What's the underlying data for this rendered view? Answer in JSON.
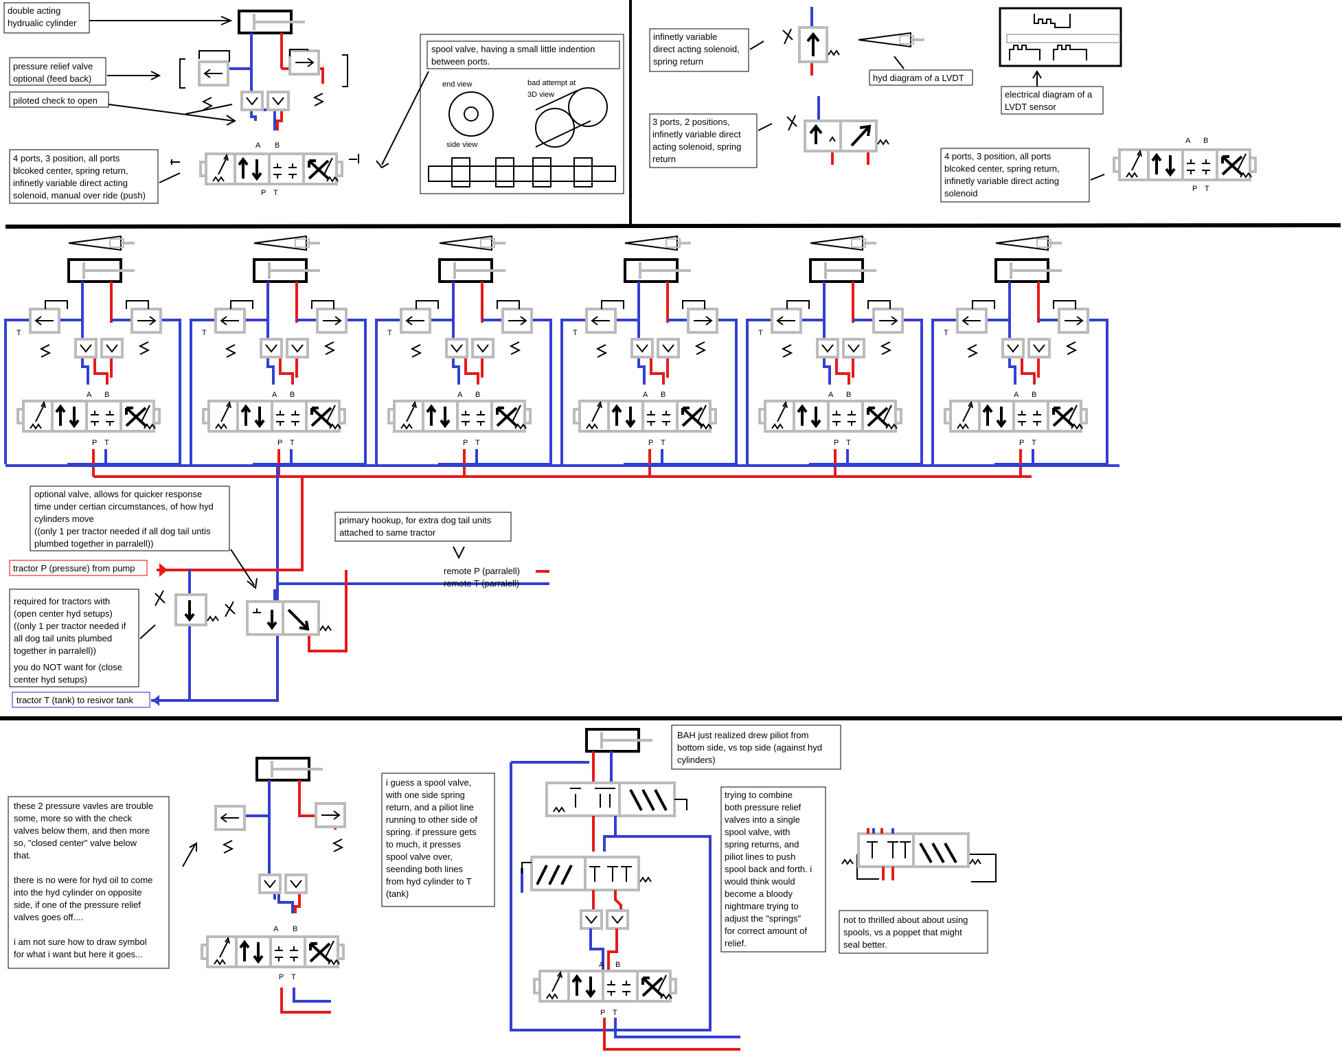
{
  "labels": {
    "cyl_title": "double acting",
    "cyl_title2": "hydrualic cylinder",
    "relief1": "pressure relief valve",
    "relief2": "optional (feed back)",
    "pilot_check": "piloted check to open",
    "v4a_1": "4 ports, 3 position, all ports",
    "v4a_2": "blcoked center, spring return,",
    "v4a_3": "infinetly variable direct acting",
    "v4a_4": "solenoid, manual over ride (push)",
    "spool1": "spool valve, having a small little indention",
    "spool2": "between ports.",
    "end_view": "end view",
    "bad_3d_1": "bad attempt at",
    "bad_3d_2": "3D view",
    "side_view": "side view",
    "ivs1": "infinetly variable",
    "ivs2": "direct acting solenoid,",
    "ivs3": "spring return",
    "lvdt_hyd": "hyd diagram of a LVDT",
    "lvdt_el1": "electrical diagram of a",
    "lvdt_el2": "LVDT sensor",
    "v3p_1": "3 ports, 2 positions,",
    "v3p_2": "infinetly variable direct",
    "v3p_3": "acting solenoid, spring",
    "v3p_4": "return",
    "v4b_1": "4 ports, 3 position, all ports",
    "v4b_2": "blcoked center, spring return,",
    "v4b_3": "infinetly variable direct acting",
    "v4b_4": "solenoid",
    "opt1": "optional valve, allows for quicker response",
    "opt2": "time under certian circumstances, of how hyd",
    "opt3": "cylinders move",
    "opt4": "((only 1 per tractor needed if all dog tail untis",
    "opt5": "plumbed together in parralell))",
    "primary1": "primary hookup, for extra dog tail units",
    "primary2": "attached to same tractor",
    "tractor_p": "tractor  P (pressure) from pump",
    "remote_p": "remote P (parralell)",
    "remote_t": "remote T (parralell)",
    "req1": "required for tractors with",
    "req2": "(open center hyd setups)",
    "req3": "((only 1 per tractor needed if",
    "req4": "all dog tail units plumbed",
    "req5": "together in parralell))",
    "req6": "you do NOT want for (close",
    "req7": "center hyd setups)",
    "tractor_t": "tractor T (tank) to resivor tank",
    "trouble1": "these 2 pressure vavles are trouble",
    "trouble2": "some, more so with the check",
    "trouble3": "valves below them, and then more",
    "trouble4": "so, \"closed center\"  valve below",
    "trouble5": "that.",
    "trouble6": "there is no were for hyd oil to come",
    "trouble7": "into the hyd cylinder on opposite",
    "trouble8": "side, if one of the pressure relief",
    "trouble9": "valves goes off....",
    "trouble10": "i am not sure how to draw symbol",
    "trouble11": "for what i want but here it goes...",
    "guess1": "i guess a spool valve,",
    "guess2": "with one side spring",
    "guess3": "return, and a piliot line",
    "guess4": "running to other side of",
    "guess5": "spring. if pressure gets",
    "guess6": "to much, it presses",
    "guess7": "spool valve over,",
    "guess8": "seending both lines",
    "guess9": "from hyd cylinder to T",
    "guess10": "(tank)",
    "bah1": "BAH just realized drew piliot from",
    "bah2": "bottom side, vs top side (against hyd",
    "bah3": "cylinders)",
    "combine1": "trying to combine",
    "combine2": "both pressure relief",
    "combine3": "valves into a single",
    "combine4": "spool valve, with",
    "combine5": "spring returns, and",
    "combine6": "piliot lines to push",
    "combine7": "spool back and forth. i",
    "combine8": "would think would",
    "combine9": "become a bloody",
    "combine10": "nightmare trying to",
    "combine11": "adjust the \"springs\"",
    "combine12": "for correct amount of",
    "combine13": "relief.",
    "poppet1": "not to thrilled about about using",
    "poppet2": "spools, vs a poppet  that might",
    "poppet3": "seal better."
  },
  "ports": {
    "a": "A",
    "b": "B",
    "p": "P",
    "t": "T"
  },
  "colors": {
    "pressure": "#e41b1b",
    "tank": "#3340d0",
    "symbol": "#bbbbbb",
    "ink": "#000000"
  },
  "unit_count": 6
}
